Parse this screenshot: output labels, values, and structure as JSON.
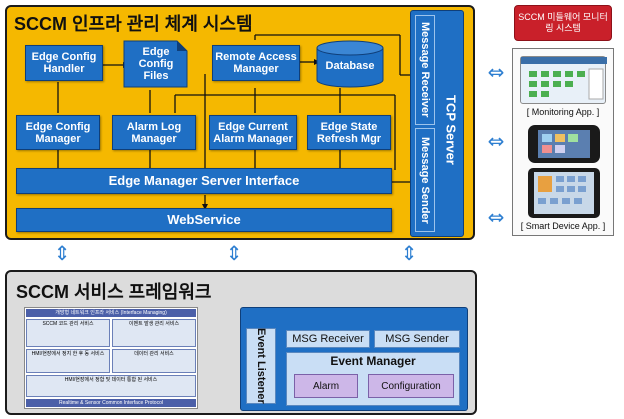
{
  "top_panel": {
    "title": "SCCM 인프라 관리 체계 시스템",
    "boxes": {
      "edge_config_handler": "Edge Config Handler",
      "edge_config_files": "Edge Config Files",
      "remote_access_manager": "Remote Access Manager",
      "database": "Database",
      "edge_config_manager": "Edge Config Manager",
      "alarm_log_manager": "Alarm Log Manager",
      "edge_current_alarm_manager": "Edge Current Alarm Manager",
      "edge_state_refresh_mgr": "Edge State Refresh Mgr",
      "edge_manager_server_interface": "Edge Manager Server Interface",
      "webservice": "WebService"
    },
    "tcp_server": {
      "label": "TCP Server",
      "message_receiver": "Message Receiver",
      "message_sender": "Message Sender"
    }
  },
  "right_panel": {
    "badge": "SCCM 미들웨어 모니터링 시스템",
    "monitoring_caption": "[ Monitoring App. ]",
    "smart_caption": "[ Smart Device App. ]"
  },
  "bottom_panel": {
    "title": "SCCM 서비스 프레임워크",
    "event_listener": "Event Listener",
    "msg_receiver": "MSG Receiver",
    "msg_sender": "MSG Sender",
    "event_manager": "Event Manager",
    "alarm": "Alarm",
    "configuration": "Configuration",
    "framework": {
      "header": "개방형 네트워크 인프라 서비스 (Interface Managing)",
      "sec1": "SCCM 코드 관리 서비스",
      "sec2": "이벤트 발생 관리 서비스",
      "sec3": "HMI/현장에서 정지 한 후 동 서비스",
      "sec4": "데이터 관리 서비스",
      "sec5": "HMI/현장에서 정합 및 데이터 통합 된 서비스",
      "footer": "Realtime & Sensor Common Interface Protocol"
    }
  },
  "colors": {
    "top_panel_bg": "#f5b800",
    "box_blue": "#1f6fc4",
    "bottom_panel_bg": "#dcdcdc",
    "badge_red": "#c9202a"
  }
}
